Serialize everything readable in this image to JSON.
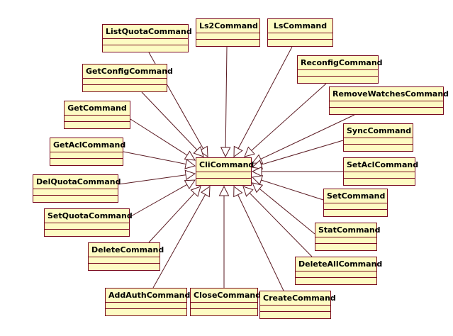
{
  "diagram": {
    "center": {
      "id": "cli",
      "name": "CliCommand"
    },
    "classes": [
      {
        "id": "listquota",
        "name": "ListQuotaCommand"
      },
      {
        "id": "ls2",
        "name": "Ls2Command"
      },
      {
        "id": "ls",
        "name": "LsCommand"
      },
      {
        "id": "reconfig",
        "name": "ReconfigCommand"
      },
      {
        "id": "getconfig",
        "name": "GetConfigCommand"
      },
      {
        "id": "removewatches",
        "name": "RemoveWatchesCommand"
      },
      {
        "id": "get",
        "name": "GetCommand"
      },
      {
        "id": "sync",
        "name": "SyncCommand"
      },
      {
        "id": "getacl",
        "name": "GetAclCommand"
      },
      {
        "id": "setacl",
        "name": "SetAclCommand"
      },
      {
        "id": "delquota",
        "name": "DelQuotaCommand"
      },
      {
        "id": "set",
        "name": "SetCommand"
      },
      {
        "id": "setquota",
        "name": "SetQuotaCommand"
      },
      {
        "id": "stat",
        "name": "StatCommand"
      },
      {
        "id": "delete",
        "name": "DeleteCommand"
      },
      {
        "id": "deleteall",
        "name": "DeleteAllCommand"
      },
      {
        "id": "addauth",
        "name": "AddAuthCommand"
      },
      {
        "id": "close",
        "name": "CloseCommand"
      },
      {
        "id": "create",
        "name": "CreateCommand"
      }
    ],
    "colors": {
      "fill": "#fdfbc3",
      "border": "#7a0b1f",
      "edge": "#5a1a22"
    }
  }
}
